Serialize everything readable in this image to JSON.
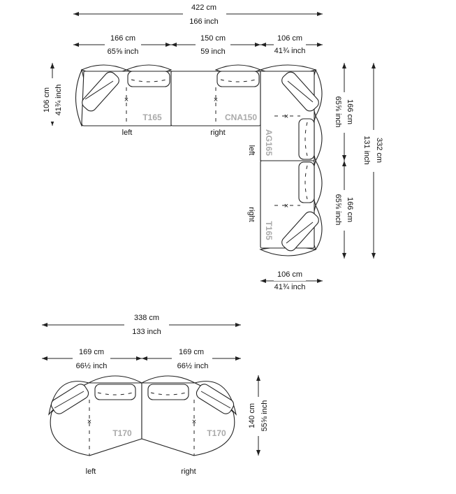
{
  "top_layout": {
    "total_width": {
      "cm": "422 cm",
      "inch": "166 inch"
    },
    "segments": [
      {
        "cm": "166 cm",
        "inch": "65⅝ inch"
      },
      {
        "cm": "150 cm",
        "inch": "59 inch"
      },
      {
        "cm": "106 cm",
        "inch": "41¾ inch"
      }
    ],
    "depth": {
      "cm": "106 cm",
      "inch": "41¾ inch"
    },
    "right_segments": [
      {
        "cm": "166 cm",
        "inch": "65⅝ inch"
      },
      {
        "cm": "166 cm",
        "inch": "65⅝ inch"
      }
    ],
    "total_length": {
      "cm": "332 cm",
      "inch": "131 inch"
    },
    "bottom_width": {
      "cm": "106 cm",
      "inch": "41¾ inch"
    },
    "modules": [
      {
        "code": "T165",
        "side": "left"
      },
      {
        "code": "CNA150",
        "side": "right"
      },
      {
        "code": "AG165",
        "side": "left"
      },
      {
        "code": "T165",
        "side": "right"
      }
    ]
  },
  "bottom_layout": {
    "total_width": {
      "cm": "338 cm",
      "inch": "133 inch"
    },
    "segments": [
      {
        "cm": "169 cm",
        "inch": "66½ inch"
      },
      {
        "cm": "169 cm",
        "inch": "66½ inch"
      }
    ],
    "depth": {
      "cm": "140 cm",
      "inch": "55⅝ inch"
    },
    "modules": [
      {
        "code": "T170",
        "side": "left"
      },
      {
        "code": "T170",
        "side": "right"
      }
    ]
  }
}
